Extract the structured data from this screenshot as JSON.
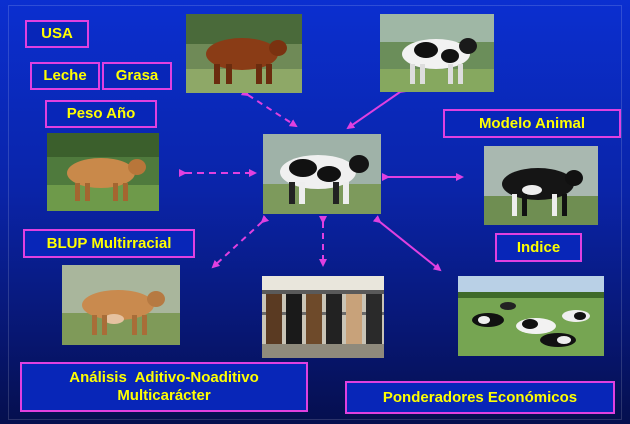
{
  "labels": {
    "usa": "USA",
    "leche": "Leche",
    "grasa": "Grasa",
    "peso_ano": "Peso Año",
    "modelo_animal": "Modelo Animal",
    "indice": "Indice",
    "blup": "BLUP Multirracial",
    "analisis_line1": "Análisis  Aditivo-Noaditivo",
    "analisis_line2": "Multicarácter",
    "ponderadores": "Ponderadores Económicos"
  },
  "colors": {
    "background_top": "#0b2fd0",
    "background_bottom": "#050f4e",
    "label_border": "#e040e0",
    "label_text": "#ffff00",
    "arrow": "#e040e0"
  },
  "photos": [
    {
      "name": "brown-bull-photo",
      "coat": "brown"
    },
    {
      "name": "holstein-bull-top-photo",
      "coat": "holstein"
    },
    {
      "name": "tan-cow-photo",
      "coat": "tan"
    },
    {
      "name": "central-holstein-photo",
      "coat": "holstein"
    },
    {
      "name": "black-white-cow-right-photo",
      "coat": "holstein"
    },
    {
      "name": "jersey-cow-photo",
      "coat": "tan"
    },
    {
      "name": "milking-parlor-photo",
      "coat": "mixed"
    },
    {
      "name": "herd-pasture-photo",
      "coat": "holstein"
    }
  ]
}
